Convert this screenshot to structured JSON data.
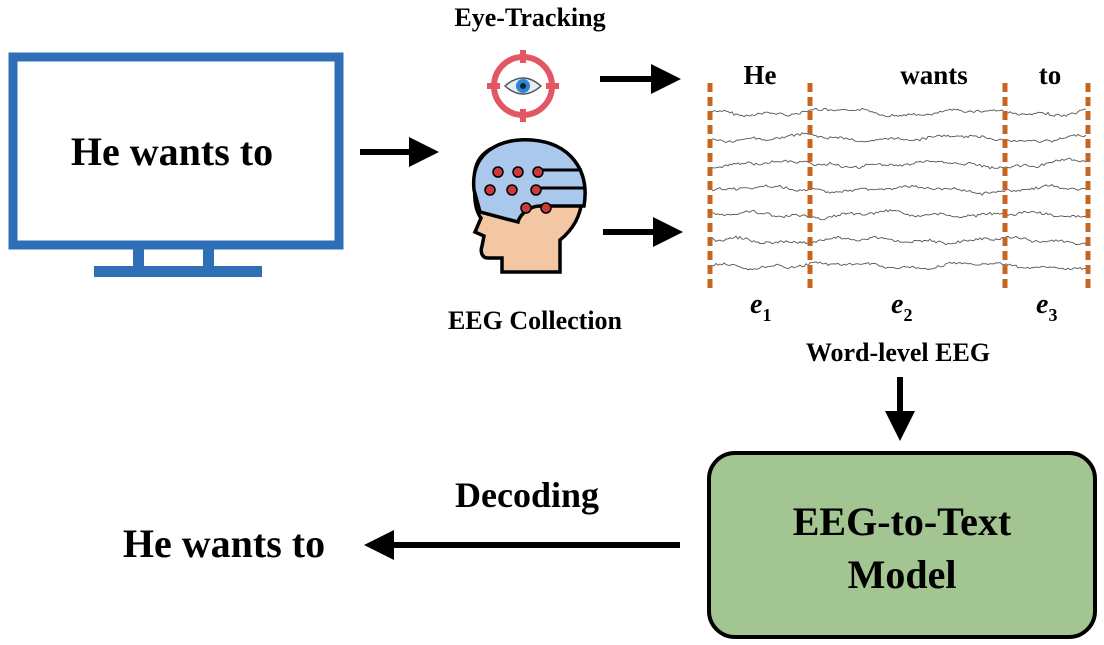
{
  "monitor": {
    "text": "He wants to",
    "frame_color": "#2f6fb8"
  },
  "eye_tracking": {
    "label": "Eye-Tracking",
    "icon": "eye-target-icon",
    "ring_color": "#e25762",
    "iris_color": "#2f86d9"
  },
  "eeg_collection": {
    "label": "EEG Collection",
    "icon": "eeg-head-icon",
    "cap_color": "#a9c8ec",
    "electrode_color": "#c63a3a",
    "skin_color": "#f4c7a4"
  },
  "eeg_panel": {
    "words": [
      "He",
      "wants",
      "to"
    ],
    "segments": [
      {
        "base": "e",
        "sub": "1"
      },
      {
        "base": "e",
        "sub": "2"
      },
      {
        "base": "e",
        "sub": "3"
      }
    ],
    "caption": "Word-level EEG",
    "divider_color": "#c7641f",
    "channel_count": 7
  },
  "model": {
    "line1": "EEG-to-Text",
    "line2": "Model",
    "fill": "#a2c591"
  },
  "decoding": {
    "label": "Decoding",
    "output_text": "He wants to"
  }
}
